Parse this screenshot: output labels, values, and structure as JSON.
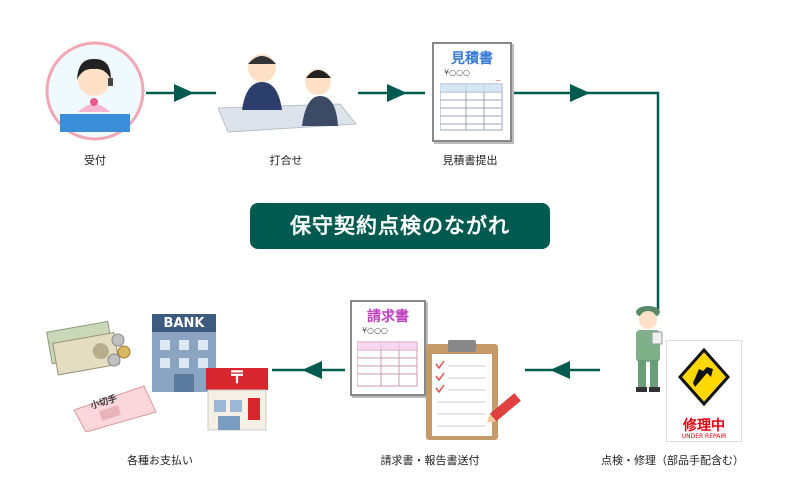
{
  "title": "保守契約点検のながれ",
  "steps": [
    {
      "label": "受付"
    },
    {
      "label": "打合せ"
    },
    {
      "label": "見積書提出"
    },
    {
      "label": "点検・修理（部品手配含む）"
    },
    {
      "label": "請求書・報告書送付"
    },
    {
      "label": "各種お支払い"
    }
  ],
  "documents": {
    "estimate_title": "見積書",
    "estimate_amount": "¥○○○",
    "invoice_title": "請求書",
    "invoice_amount": "¥○○○"
  },
  "sign": {
    "main": "修理中",
    "sub": "UNDER REPAIR"
  },
  "bank_label": "BANK",
  "post_symbol": "〒",
  "ticket_label": "小切手",
  "colors": {
    "accent": "#005a50",
    "estimate_title": "#3a7bd5",
    "invoice_title": "#c040c0",
    "sign_red": "#e60012"
  }
}
